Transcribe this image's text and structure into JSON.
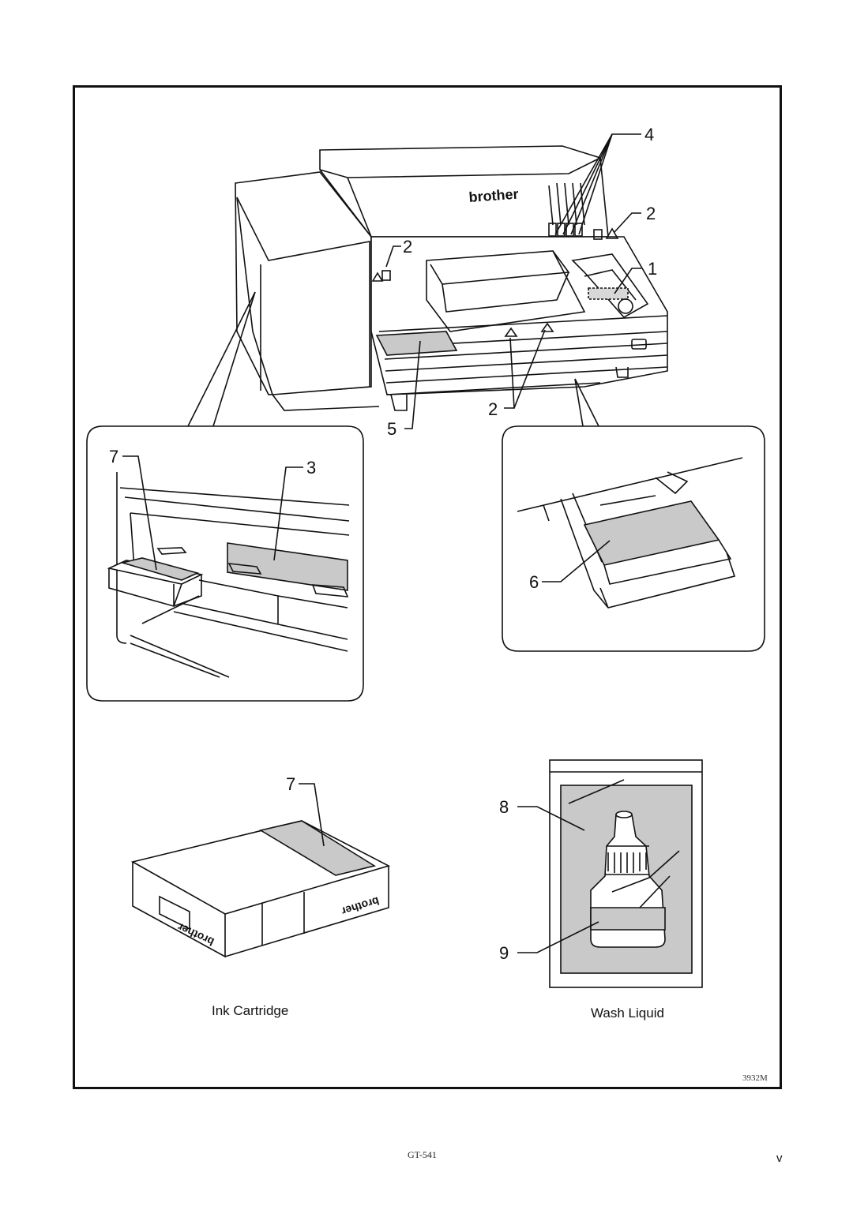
{
  "brand_logo": "brother",
  "figure_code": "3932M",
  "callouts": {
    "c1": "1",
    "c2": "2",
    "c3": "3",
    "c4": "4",
    "c5": "5",
    "c6": "6",
    "c7": "7",
    "c8": "8",
    "c9": "9"
  },
  "captions": {
    "ink_cartridge": "Ink Cartridge",
    "wash_liquid": "Wash Liquid"
  },
  "footer": {
    "model": "GT-541",
    "page_number": "v"
  },
  "colors": {
    "label_fill": "#c9c9c9",
    "line": "#111111"
  }
}
